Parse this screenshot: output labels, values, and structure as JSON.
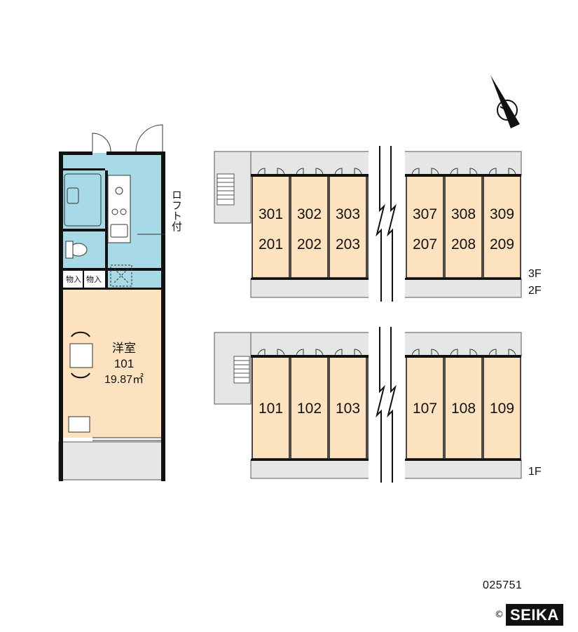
{
  "colors": {
    "unit_fill": "#fde2bf",
    "wet_fill": "#a7d9e6",
    "ext_fill": "#e6e6e6",
    "wall": "#111111"
  },
  "icons": [
    "compass-icon"
  ],
  "unit_plan": {
    "room_type": "洋室",
    "room_no": "101",
    "area": "19.87㎡",
    "loft_label": "ロフト付",
    "closet_left": "物入",
    "closet_right": "物入"
  },
  "upper_block": {
    "floor_labels": [
      "3F",
      "2F"
    ],
    "rooms_top": [
      "301",
      "302",
      "303",
      "307",
      "308",
      "309"
    ],
    "rooms_bottom": [
      "201",
      "202",
      "203",
      "207",
      "208",
      "209"
    ]
  },
  "lower_block": {
    "floor_labels": [
      "1F"
    ],
    "rooms": [
      "101",
      "102",
      "103",
      "107",
      "108",
      "109"
    ]
  },
  "catalog_no": "025751",
  "brand": {
    "copyright": "©",
    "name": "SEIKA"
  }
}
